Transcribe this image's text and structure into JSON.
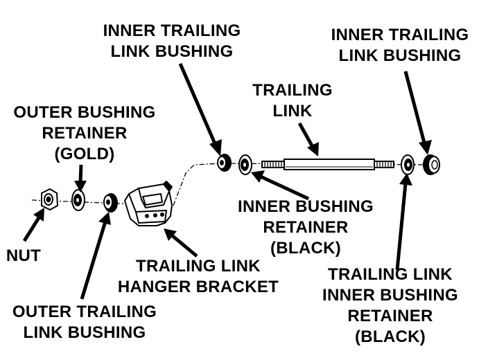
{
  "labels": {
    "inner_trailing_link_bushing_left": [
      "INNER TRAILING",
      "LINK  BUSHING"
    ],
    "inner_trailing_link_bushing_right": [
      "INNER TRAILING",
      "LINK  BUSHING"
    ],
    "trailing_link": [
      "TRAILING",
      "LINK"
    ],
    "outer_bushing_retainer": [
      "OUTER BUSHING",
      "RETAINER",
      "(GOLD)"
    ],
    "nut": [
      "NUT"
    ],
    "inner_bushing_retainer": [
      "INNER BUSHING",
      "RETAINER",
      "(BLACK)"
    ],
    "trailing_link_hanger_bracket": [
      "TRAILING LINK",
      "HANGER BRACKET"
    ],
    "trailing_link_inner_bushing_retainer": [
      "TRAILING LINK",
      "INNER BUSHING",
      "RETAINER",
      "(BLACK)"
    ],
    "outer_trailing_link_bushing": [
      "OUTER TRAILING",
      "LINK BUSHING"
    ]
  }
}
